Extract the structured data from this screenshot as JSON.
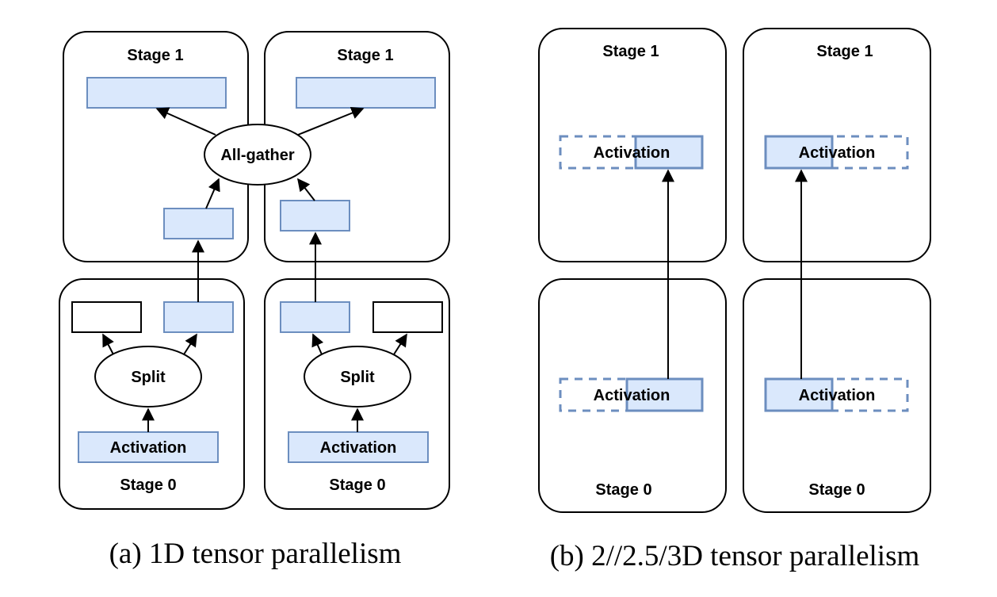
{
  "labels": {
    "stage1": "Stage 1",
    "stage0": "Stage 0",
    "allgather": "All-gather",
    "split": "Split",
    "activation": "Activation"
  },
  "captions": {
    "a": "(a) 1D tensor parallelism",
    "b": "(b) 2//2.5/3D tensor parallelism"
  },
  "colors": {
    "block_fill": "#dae8fc",
    "block_stroke": "#6c8ebf"
  }
}
